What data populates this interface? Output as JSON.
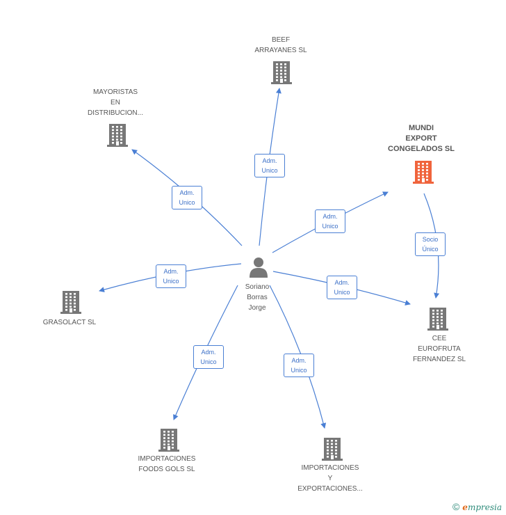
{
  "center": {
    "label": [
      "Soriano",
      "Borras",
      "Jorge"
    ],
    "icon": "person-icon"
  },
  "companies": [
    {
      "id": "beef",
      "label": [
        "BEEF",
        "ARRAYANES SL"
      ],
      "icon": "building-icon",
      "highlight": false
    },
    {
      "id": "mayoristas",
      "label": [
        "MAYORISTAS",
        "EN",
        "DISTRIBUCION..."
      ],
      "icon": "building-icon",
      "highlight": false
    },
    {
      "id": "mundi",
      "label": [
        "MUNDI",
        "EXPORT",
        "CONGELADOS SL"
      ],
      "icon": "building-icon",
      "highlight": true
    },
    {
      "id": "grasolact",
      "label": [
        "GRASOLACT SL"
      ],
      "icon": "building-icon",
      "highlight": false
    },
    {
      "id": "cee",
      "label": [
        "CEE",
        "EUROFRUTA",
        "FERNANDEZ SL"
      ],
      "icon": "building-icon",
      "highlight": false
    },
    {
      "id": "importaciones_foods",
      "label": [
        "IMPORTACIONES",
        "FOODS GOLS SL"
      ],
      "icon": "building-icon",
      "highlight": false
    },
    {
      "id": "importaciones_export",
      "label": [
        "IMPORTACIONES",
        "Y",
        "EXPORTACIONES..."
      ],
      "icon": "building-icon",
      "highlight": false
    }
  ],
  "edges": [
    {
      "from": "center",
      "to": "beef",
      "label": [
        "Adm.",
        "Unico"
      ]
    },
    {
      "from": "center",
      "to": "mayoristas",
      "label": [
        "Adm.",
        "Unico"
      ]
    },
    {
      "from": "center",
      "to": "mundi",
      "label": [
        "Adm.",
        "Unico"
      ]
    },
    {
      "from": "center",
      "to": "grasolact",
      "label": [
        "Adm.",
        "Unico"
      ]
    },
    {
      "from": "center",
      "to": "cee",
      "label": [
        "Adm.",
        "Unico"
      ]
    },
    {
      "from": "center",
      "to": "importaciones_foods",
      "label": [
        "Adm.",
        "Unico"
      ]
    },
    {
      "from": "center",
      "to": "importaciones_export",
      "label": [
        "Adm.",
        "Unico"
      ]
    },
    {
      "from": "mundi",
      "to": "cee",
      "label": [
        "Socio",
        "Único"
      ]
    }
  ],
  "colors": {
    "edge": "#4a7fd4",
    "node": "#777777",
    "highlight": "#f0643c"
  },
  "footer": {
    "copyright_symbol": "©",
    "brand_initial": "e",
    "brand_rest": "mpresia"
  }
}
